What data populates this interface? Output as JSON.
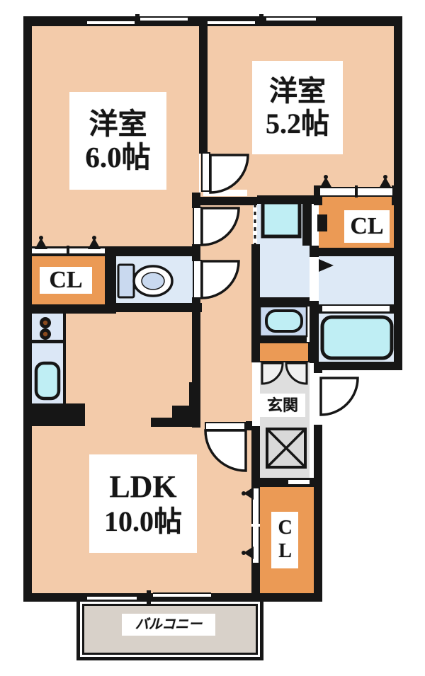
{
  "plan_type": "floorplan",
  "rooms": {
    "western_room_1": {
      "name": "洋室",
      "size": "6.0帖"
    },
    "western_room_2": {
      "name": "洋室",
      "size": "5.2帖"
    },
    "ldk": {
      "name": "LDK",
      "size": "10.0帖"
    },
    "entrance": {
      "name": "玄関"
    },
    "balcony": {
      "name": "バルコニー"
    },
    "closet_left": {
      "name": "CL"
    },
    "closet_right": {
      "name": "CL"
    },
    "closet_south": {
      "name": "CL"
    }
  },
  "colors": {
    "room_floor": "#f3cbaa",
    "closet": "#eb9a55",
    "wet_floor": "#dde9f6",
    "fixture_cyan": "#bfeef4",
    "counter_panel": "#c9d9ef",
    "entrance_gray": "#dedede",
    "balcony_gray": "#d8d1c9",
    "wall": "#161616"
  },
  "icons": [
    "toilet-icon",
    "bathtub-icon",
    "kitchen-sink-icon",
    "stove-burners-icon",
    "washing-machine-icon",
    "washbasin-icon",
    "door-swing-icon",
    "double-door-swing-icon",
    "front-door-swing-icon",
    "hanger-icon",
    "shoe-cabinet-icon",
    "sliding-window-icon"
  ]
}
